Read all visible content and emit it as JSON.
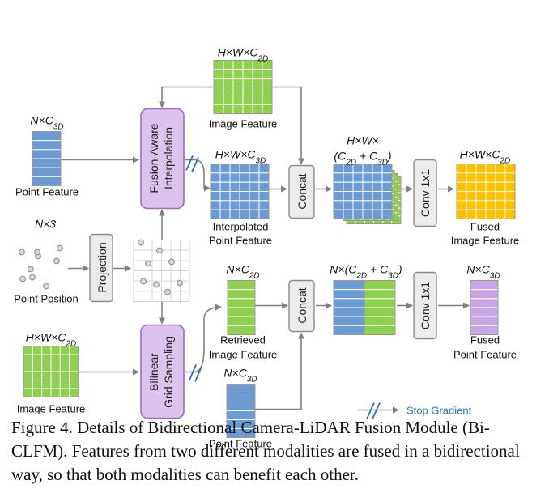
{
  "colors": {
    "blue": "#6b9bd2",
    "green": "#8fd14f",
    "orange": "#ffc000",
    "purple": "#c9a6e6",
    "module_fill": "#dcc3ee",
    "module_stroke": "#9b6ac2",
    "op_fill": "#ececec",
    "op_stroke": "#8a8a8a",
    "arrow": "#808080",
    "stop_gradient": "#2a6fb0"
  },
  "top": {
    "image_feature": {
      "shape": "H×W×C2D",
      "label": "Image Feature"
    },
    "point_feature": {
      "shape": "N×C3D",
      "label": "Point Feature"
    },
    "fusion_aware": [
      "Fusion-Aware",
      "Interpolation"
    ],
    "interpolated": {
      "shape": "H×W×C3D",
      "label": [
        "Interpolated",
        "Point Feature"
      ]
    },
    "concat": "Concat",
    "concat_shape": [
      "H×W×",
      "(C2D + C3D)"
    ],
    "conv": "Conv 1x1",
    "fused": {
      "shape": "H×W×C2D",
      "label": [
        "Fused",
        "Image Feature"
      ]
    }
  },
  "middle": {
    "position": {
      "shape": "N×3",
      "label": "Point Position"
    },
    "projection": "Projection"
  },
  "bottom": {
    "image_feature": {
      "shape": "H×W×C2D",
      "label": "Image Feature"
    },
    "bilinear": [
      "Bilinear",
      "Grid Sampling"
    ],
    "retrieved": {
      "shape": "N×C2D",
      "label": [
        "Retrieved",
        "Image Feature"
      ]
    },
    "point_feature": {
      "shape": "N×C3D",
      "label": "Point Feature"
    },
    "concat": "Concat",
    "concat_shape": "N×(C2D + C3D)",
    "conv": "Conv 1x1",
    "fused": {
      "shape": "N×C3D",
      "label": [
        "Fused",
        "Point Feature"
      ]
    }
  },
  "legend": {
    "stop_gradient": "Stop Gradient"
  },
  "caption": "Figure 4. Details of Bidirectional Camera-LiDAR Fusion Module (Bi-CLFM). Features from two different modalities are fused in a bidirectional way, so that both modalities can benefit each other."
}
